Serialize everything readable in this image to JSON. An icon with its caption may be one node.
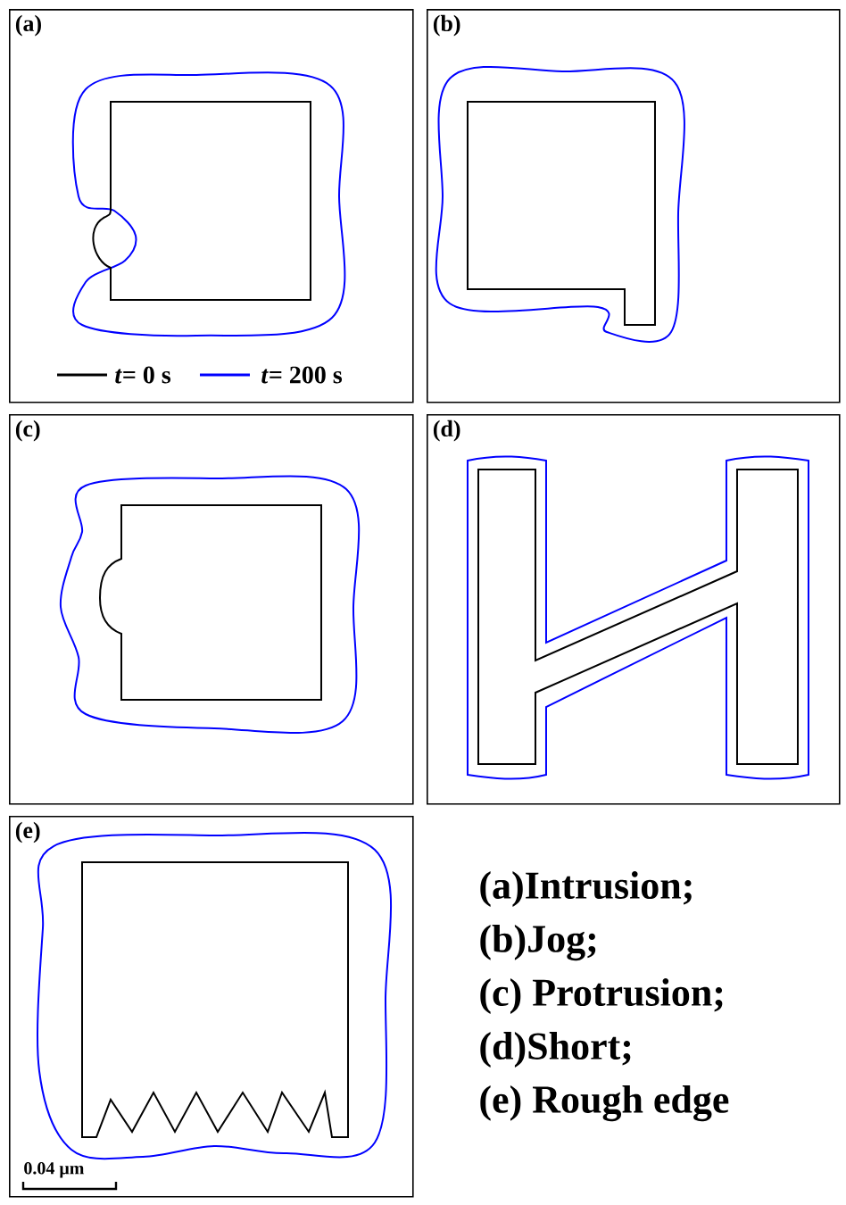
{
  "diagram": {
    "nodes": [
      {
        "text": [
          "(a)"
        ]
      },
      {
        "text": [
          "(b)"
        ]
      },
      {
        "text": [
          "(c)"
        ]
      },
      {
        "text": [
          "(d)"
        ]
      },
      {
        "text": [
          "(e)"
        ]
      }
    ],
    "labels": [
      "(a)Intrusion;",
      "(b)Jog;",
      "(c) Protrusion;",
      "(d)Short;",
      "(e) Rough edge",
      "0.04 μm"
    ],
    "legend": [
      {
        "text": "*t*= 0 s"
      },
      {
        "text": "*t*= 200 s"
      }
    ]
  }
}
